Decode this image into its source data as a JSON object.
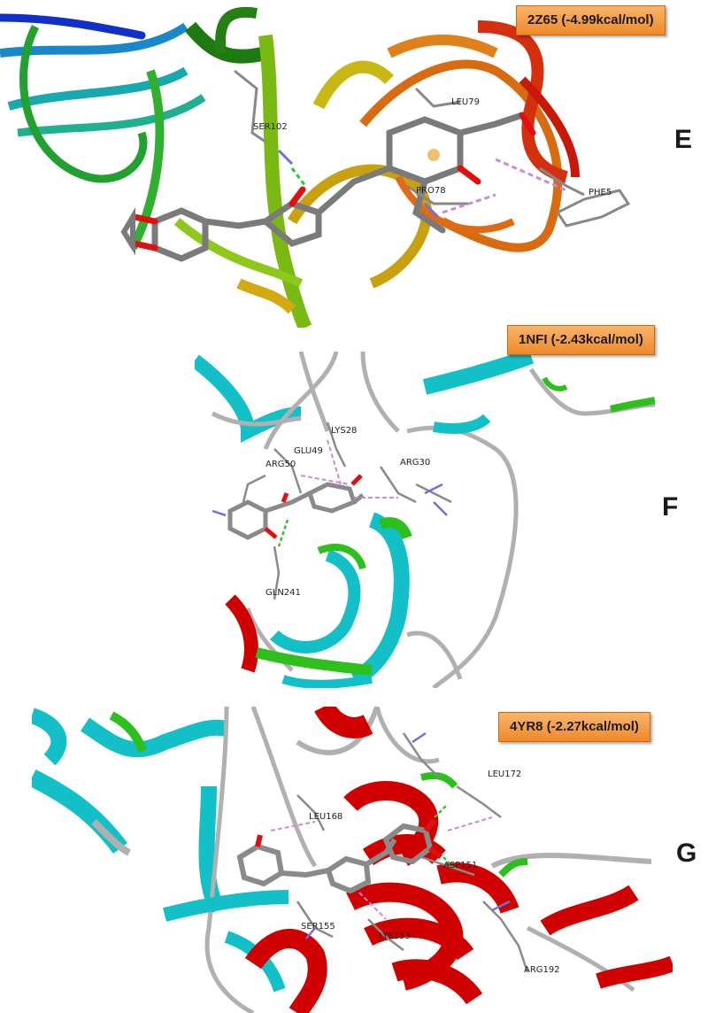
{
  "panels": [
    {
      "letter": "E",
      "badge": "2Z65 (-4.99kcal/mol)",
      "residues": [
        "SER102",
        "LEU79",
        "PRO78",
        "PHE5"
      ]
    },
    {
      "letter": "F",
      "badge": "1NFI (-2.43kcal/mol)",
      "residues": [
        "LYS28",
        "GLU49",
        "ARG50",
        "ARG30",
        "GLN241"
      ]
    },
    {
      "letter": "G",
      "badge": "4YR8 (-2.27kcal/mol)",
      "residues": [
        "LEU172",
        "LEU168",
        "ASP151",
        "SER155",
        "LYS153",
        "ARG192"
      ]
    }
  ],
  "colors": {
    "helix": "#d10000",
    "sheet": "#14c0c8",
    "turn": "#2dbf1c",
    "coil": "#b4b4b4",
    "carbon": "#7a7a7a",
    "oxygen": "#e01010",
    "nitrogen": "#6c70e0",
    "hbond": "#22cc22",
    "pi": "#c98bd8",
    "badge": "#f39a3d"
  }
}
